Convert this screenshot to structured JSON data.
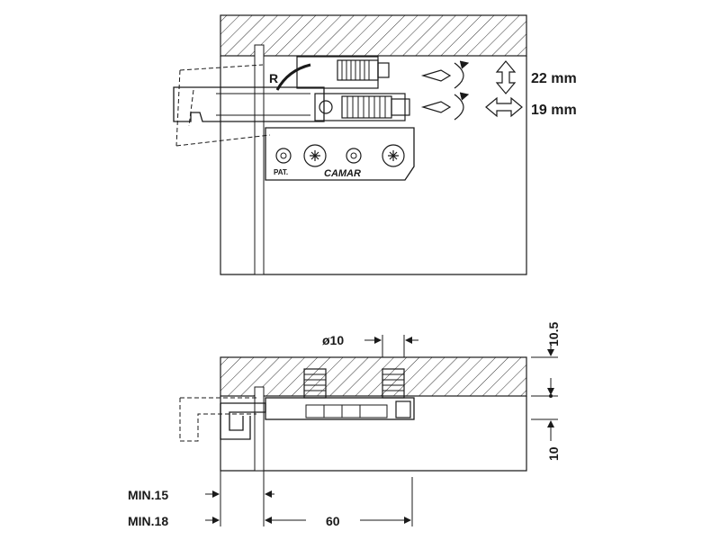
{
  "top_view": {
    "label_r": "R",
    "vertical_adjust": "22 mm",
    "horizontal_adjust": "19 mm",
    "brand": "CAMAR",
    "patent": "PAT."
  },
  "bottom_view": {
    "hole_diameter": "ø10",
    "height_total": "10.5",
    "height_lower": "10",
    "min_15": "MIN.15",
    "min_18": "MIN.18",
    "depth": "60"
  }
}
